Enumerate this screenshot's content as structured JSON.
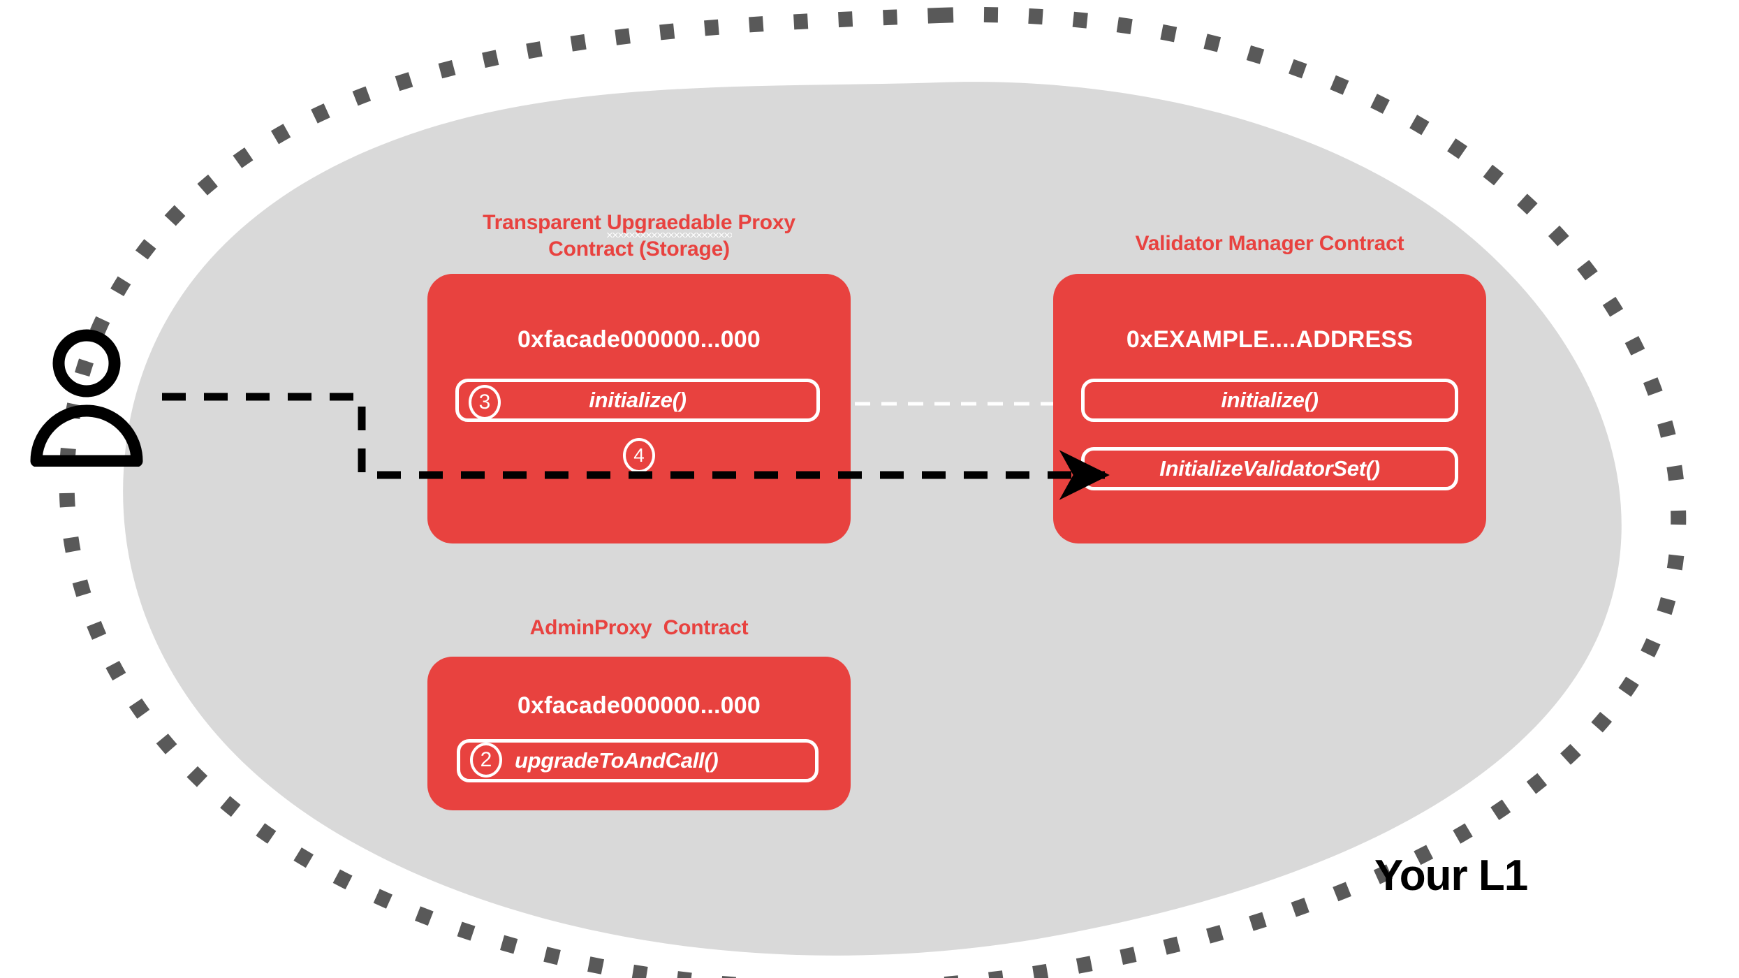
{
  "diagram": {
    "region_label": "Your L1",
    "colors": {
      "contract_red": "#E8423F",
      "region_fill": "#D9D9D9",
      "region_border": "#595959",
      "text_white": "#FFFFFF",
      "text_black": "#000000"
    },
    "actor": {
      "icon": "user-person-icon"
    },
    "cards": [
      {
        "id": "transparent-proxy",
        "title_line1_pre": "Transparent ",
        "title_line1_misspelled": "Upgraedable",
        "title_line1_post": " Proxy",
        "title_line2": "Contract (Storage)",
        "title_full": "Transparent Upgraedable Proxy Contract (Storage)",
        "address": "0xfacade000000...000",
        "methods": [
          {
            "step": "3",
            "label": "initialize()",
            "align": "center"
          }
        ],
        "extra_badge": "4"
      },
      {
        "id": "validator-manager",
        "title_line1": "Validator Manager Contract",
        "title_full": "Validator Manager Contract",
        "address": "0xEXAMPLE....ADDRESS",
        "methods": [
          {
            "step": "",
            "label": "initialize()",
            "align": "center"
          },
          {
            "step": "",
            "label": "InitializeValidatorSet()",
            "align": "center"
          }
        ]
      },
      {
        "id": "admin-proxy",
        "title_line1": "AdminProxy  Contract",
        "title_full": "AdminProxy  Contract",
        "address": "0xfacade000000...000",
        "methods": [
          {
            "step": "2",
            "label": "upgradeToAndCall()",
            "align": "left"
          }
        ]
      }
    ],
    "connections": [
      {
        "id": "user-to-initialize-validator-set",
        "style": "dashed-black",
        "from": "user-actor",
        "to": "validator-manager.InitializeValidatorSet()"
      },
      {
        "id": "proxy-initialize-to-manager-initialize",
        "style": "dashed-white",
        "from": "transparent-proxy.initialize()",
        "to": "validator-manager.initialize()"
      }
    ]
  }
}
